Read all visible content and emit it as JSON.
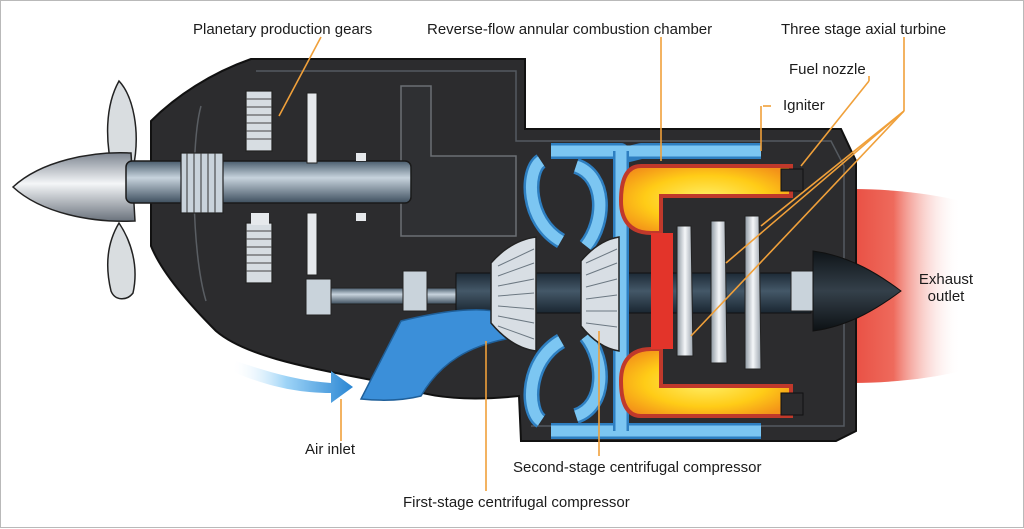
{
  "labels": {
    "planetary_gears": "Planetary production gears",
    "combustion_chamber": "Reverse-flow annular combustion chamber",
    "axial_turbine": "Three stage axial turbine",
    "fuel_nozzle": "Fuel nozzle",
    "igniter": "Igniter",
    "exhaust_line1": "Exhaust",
    "exhaust_line2": "outlet",
    "air_inlet": "Air inlet",
    "second_stage_compressor": "Second-stage centrifugal compressor",
    "first_stage_compressor": "First-stage centrifugal compressor"
  },
  "colors": {
    "casing": "#2c2c2e",
    "casing_dark": "#1e1e20",
    "shaft": "#5a6f80",
    "shaft_light": "#b8c6d2",
    "airflow": "#63b8ef",
    "airflow_border": "#2e7fc1",
    "flame_yellow": "#ffd21a",
    "flame_orange": "#f39219",
    "exhaust_red": "#e8352b",
    "callout": "#f0a03a"
  }
}
